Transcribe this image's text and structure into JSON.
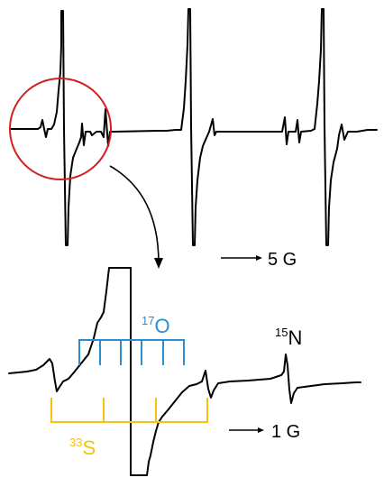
{
  "scale_top": "5 G",
  "scale_bottom": "1 G",
  "nuclei": {
    "oxygen": {
      "mass": "17",
      "symbol": "O",
      "color": "#2a8fd0"
    },
    "nitrogen": {
      "mass": "15",
      "symbol": "N",
      "color": "#000000"
    },
    "sulfur": {
      "mass": "33",
      "symbol": "S",
      "color": "#f2c40f"
    }
  },
  "colors": {
    "trace": "#000000",
    "magnify_circle": "#d21f1f"
  }
}
